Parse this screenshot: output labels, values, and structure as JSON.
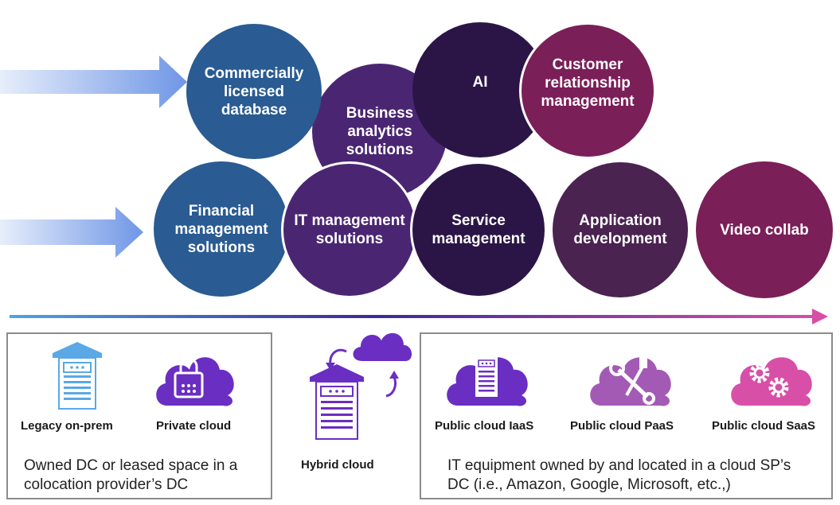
{
  "circles": {
    "commercial_db": "Commercially licensed database",
    "business_analytics": "Business analytics solutions",
    "ai": "AI",
    "crm": "Customer relationship management",
    "financial": "Financial management solutions",
    "it_mgmt": "IT management solutions",
    "service_mgmt": "Service management",
    "app_dev": "Application development",
    "video": "Video collab"
  },
  "icons": {
    "legacy": "Legacy on-prem",
    "private": "Private cloud",
    "hybrid": "Hybrid cloud",
    "iaas": "Public cloud IaaS",
    "paas": "Public cloud PaaS",
    "saas": "Public cloud SaaS"
  },
  "descriptions": {
    "left": "Owned DC or leased space in a colocation provider’s DC",
    "right": "IT equipment owned by and located in a cloud SP’s DC (i.e., Amazon, Google, Microsoft, etc.,)"
  },
  "colors": {
    "blue": "#2a5b92",
    "purple": "#4a2672",
    "dark_purple": "#2b1546",
    "magenta": "#7a1f58",
    "icon_purple": "#6a2ec2",
    "icon_pink": "#d84fa8"
  }
}
